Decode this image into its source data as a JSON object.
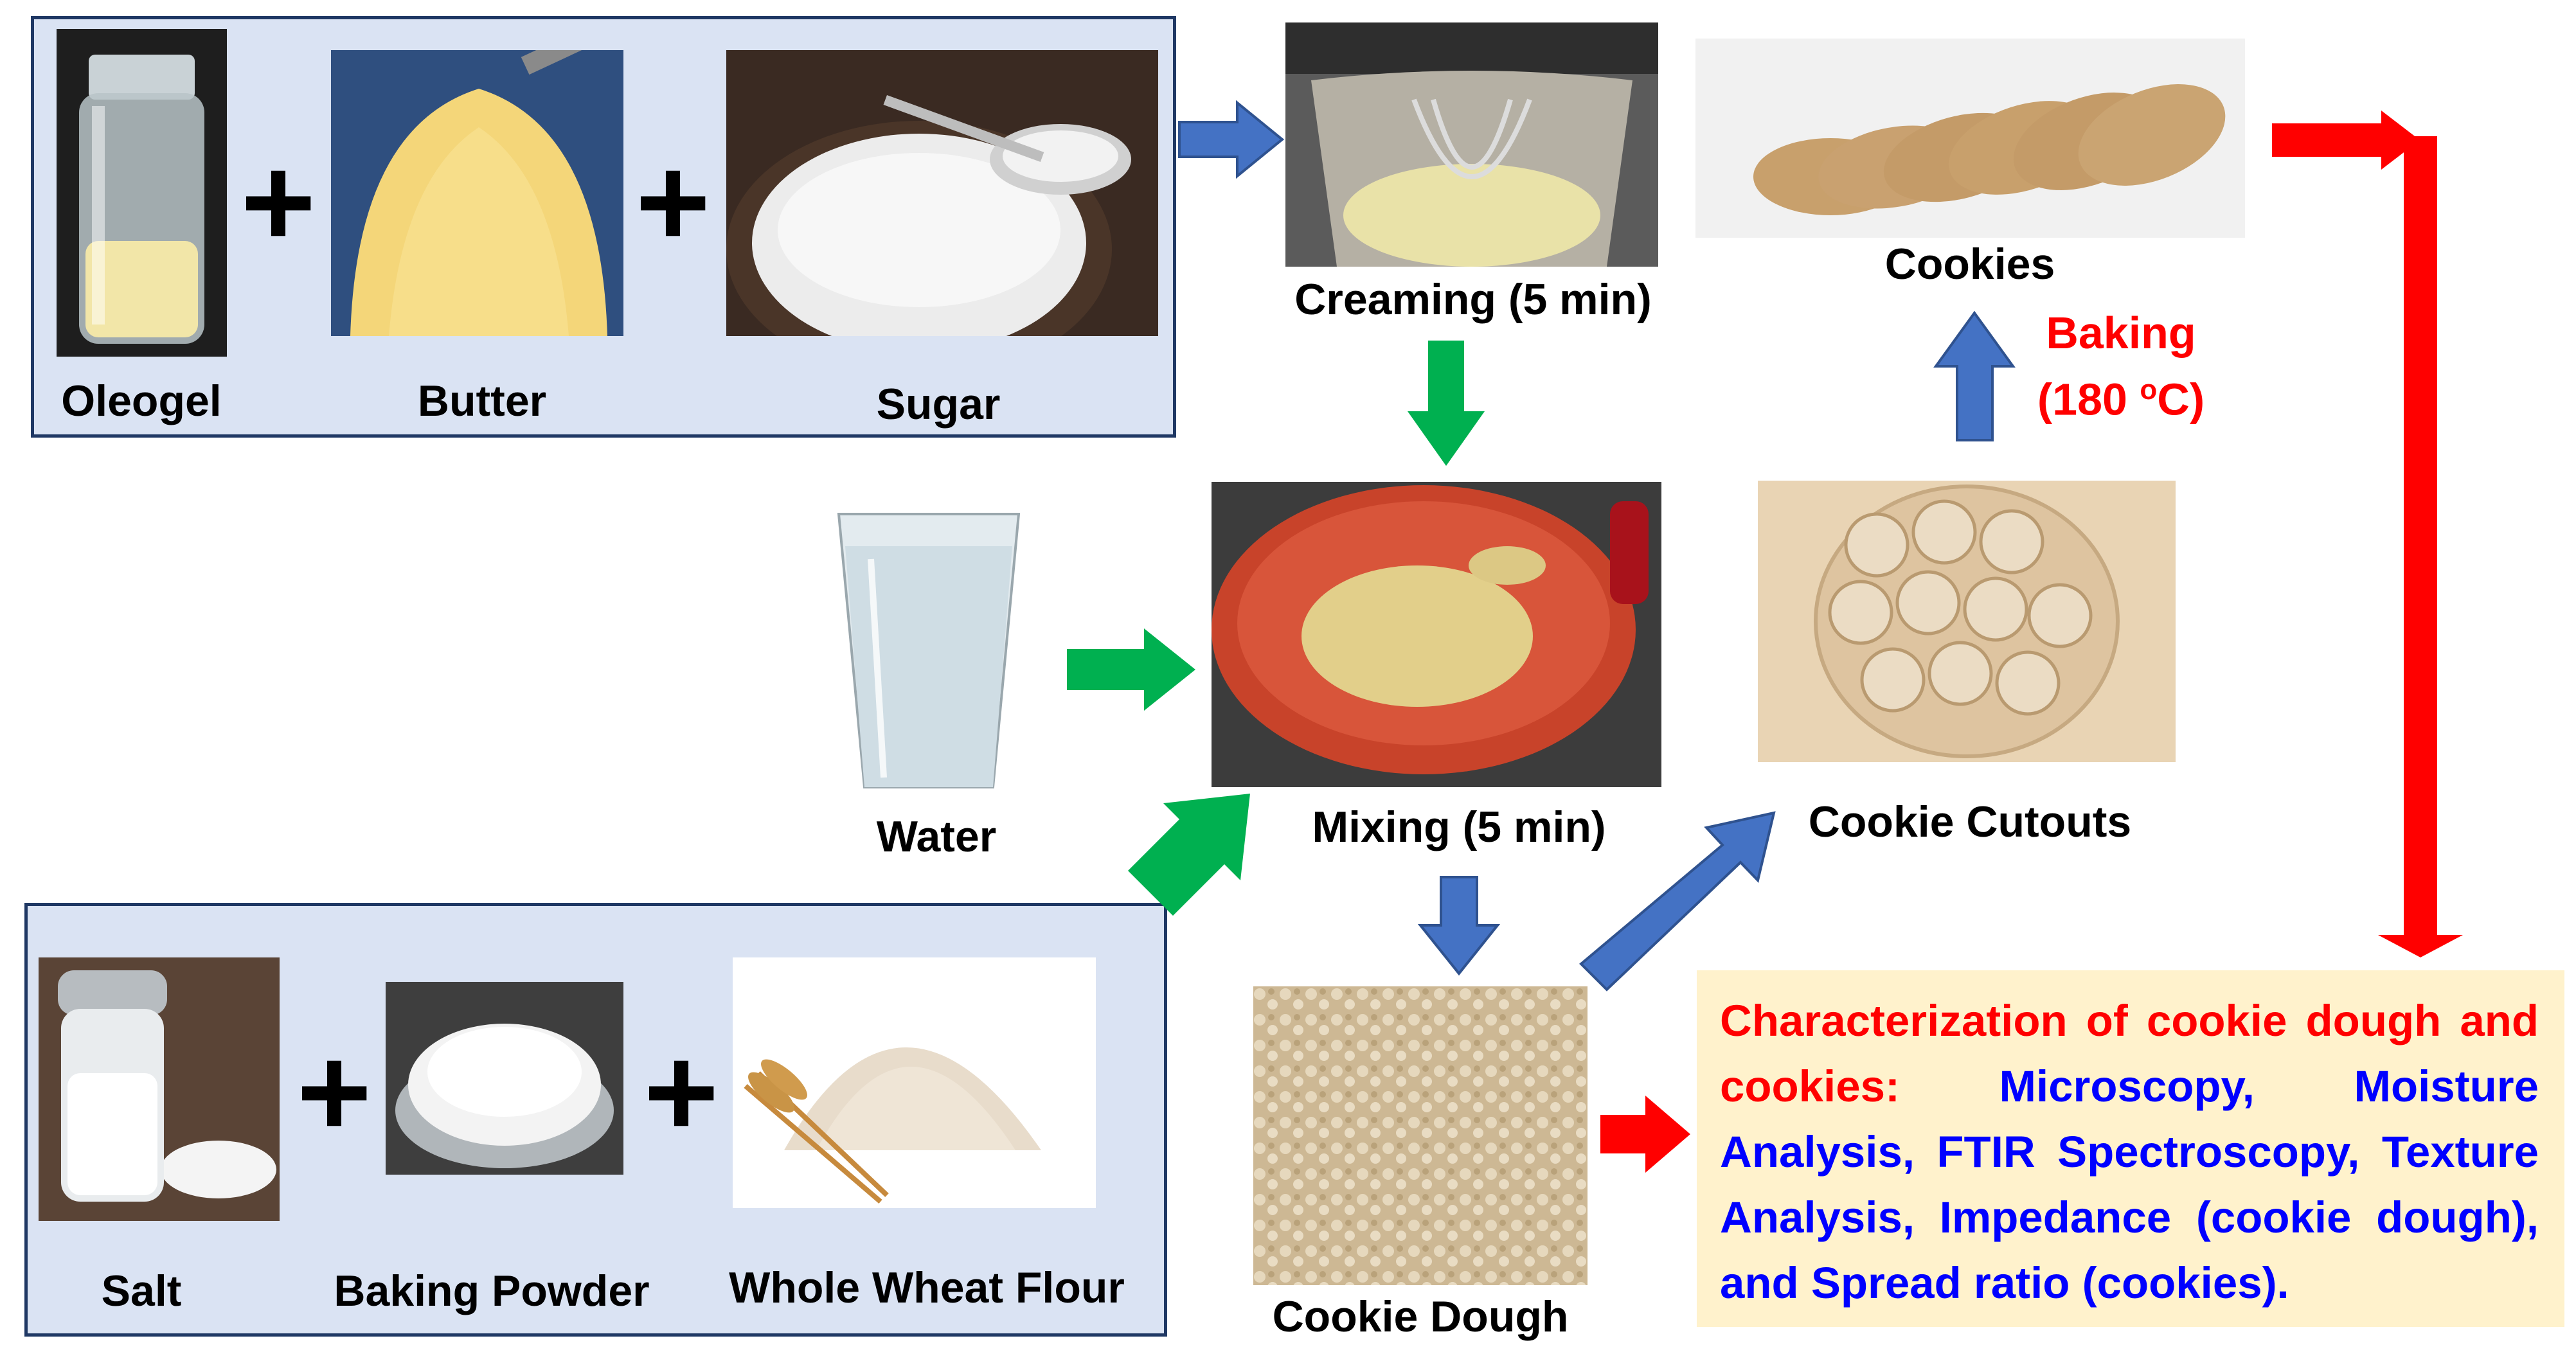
{
  "top_group": {
    "items": [
      "Oleogel",
      "Butter",
      "Sugar"
    ]
  },
  "bottom_group": {
    "items": [
      "Salt",
      "Baking Powder",
      "Whole Wheat Flour"
    ]
  },
  "plus_sign": "+",
  "steps": {
    "creaming": "Creaming (5 min)",
    "mixing": "Mixing (5 min)",
    "water": "Water",
    "dough": "Cookie Dough",
    "cutouts": "Cookie Cutouts",
    "cookies": "Cookies",
    "baking_line1": "Baking",
    "baking_line2_value": "(180 ",
    "baking_degree": "o",
    "baking_unit": "C)"
  },
  "characterization": {
    "heading": "Characterization of cookie dough and cookies:",
    "details": "Microscopy, Moisture Analysis, FTIR Spectroscopy, Texture Analysis, Impedance (cookie dough), and Spread ratio (cookies)."
  },
  "colors": {
    "blue_arrow": "#4472c4",
    "green_arrow": "#00b050",
    "red_arrow": "#ff0000",
    "group_fill": "#dae3f3",
    "group_border": "#1f3864",
    "result_fill": "#fff2cc"
  }
}
